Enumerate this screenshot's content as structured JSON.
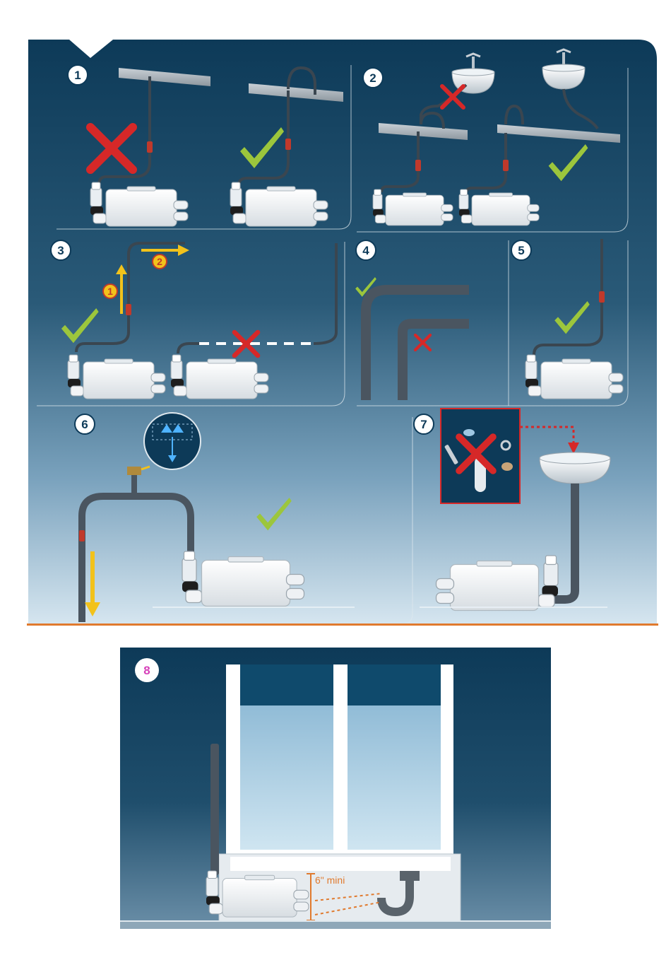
{
  "steps": [
    {
      "number": "1"
    },
    {
      "number": "2"
    },
    {
      "number": "3"
    },
    {
      "number": "4"
    },
    {
      "number": "5"
    },
    {
      "number": "6"
    },
    {
      "number": "7"
    },
    {
      "number": "8"
    }
  ],
  "step3": {
    "arrow_1": "1",
    "arrow_2": "2"
  },
  "step8": {
    "clearance_label": "6\" mini"
  },
  "colors": {
    "panel_top": "#0d3a58",
    "panel_bottom": "#c6dbe9",
    "ok": "#9cc63c",
    "bad": "#d62828",
    "arrow": "#f2c21b",
    "ground": "#e07a2e",
    "label8": "#d63fb9"
  }
}
